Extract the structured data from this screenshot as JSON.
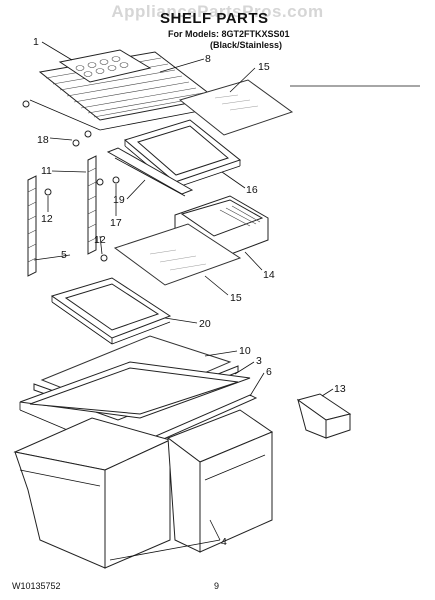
{
  "header": {
    "watermark": "AppliancePartsPros.com",
    "title": "SHELF PARTS",
    "models_line": "For Models: 8GT2FTKXSS01",
    "variant": "(Black/Stainless)"
  },
  "callouts": [
    "1",
    "8",
    "15",
    "18",
    "16",
    "11",
    "19",
    "12",
    "17",
    "12",
    "14",
    "5",
    "15",
    "20",
    "10",
    "3",
    "6",
    "13",
    "4"
  ],
  "footer": {
    "doc_number": "W10135752",
    "page_number": "9"
  }
}
